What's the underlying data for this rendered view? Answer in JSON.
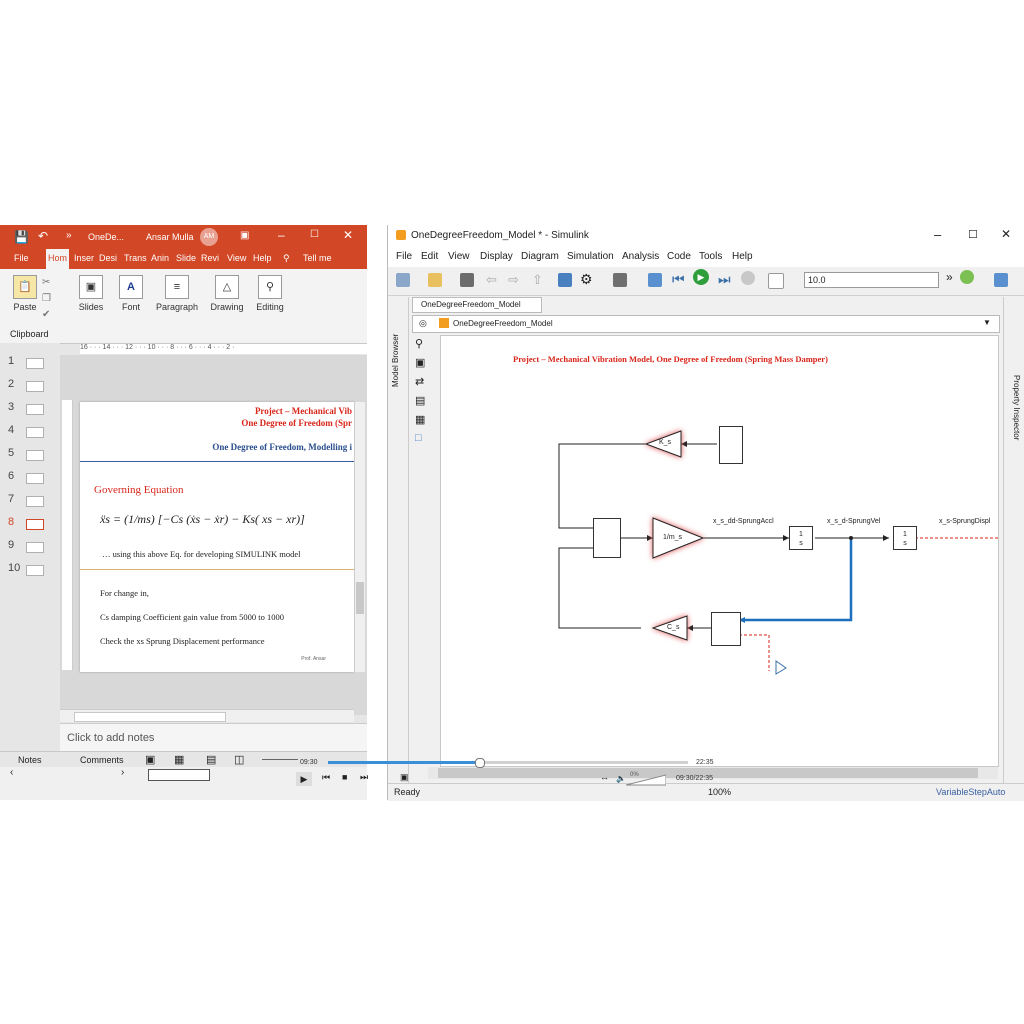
{
  "ppt": {
    "qat_title": "OneDe...",
    "user_name": "Ansar Mulla",
    "user_initials": "AM",
    "tabs": [
      "File",
      "Hom",
      "Inser",
      "Desi",
      "Trans",
      "Anin",
      "Slide",
      "Revi",
      "View",
      "Help",
      "Tell me"
    ],
    "ribbon": {
      "paste": "Paste",
      "clipboard": "Clipboard",
      "slides": "Slides",
      "font": "Font",
      "paragraph": "Paragraph",
      "drawing": "Drawing",
      "editing": "Editing"
    },
    "ruler": "16 · · · 14 · · · 12 · · · 10 · · · 8 · · · 6 · · · 4 · · · 2 ·",
    "slide_numbers": [
      "1",
      "2",
      "3",
      "4",
      "5",
      "6",
      "7",
      "8",
      "9",
      "10"
    ],
    "selected_slide": "8",
    "slide": {
      "title1": "Project – Mechanical Vib",
      "title2": "One Degree of Freedom (Spr",
      "subtitle": "One Degree of Freedom, Modelling i",
      "heading": "Governing Equation",
      "equation": "ẍs = (1/ms) [−Cs (ẋs − ẋr) − Ks( xs − xr)]",
      "eq_note": "… using this above Eq. for developing SIMULINK model",
      "line1": "For change in,",
      "line2": "Cs damping Coefficient gain value  from 5000 to 1000",
      "line3": "Check the xs Sprung Displacement performance",
      "footer": "Prof. Ansar"
    },
    "notes_placeholder": "Click to add notes",
    "status": {
      "notes": "Notes",
      "comments": "Comments"
    }
  },
  "sim": {
    "title": "OneDegreeFreedom_Model * - Simulink",
    "menu": [
      "File",
      "Edit",
      "View",
      "Display",
      "Diagram",
      "Simulation",
      "Analysis",
      "Code",
      "Tools",
      "Help"
    ],
    "stop_time": "10.0",
    "tab": "OneDegreeFreedom_Model",
    "breadcrumb": "OneDegreeFreedom_Model",
    "model_browser": "Model Browser",
    "property_inspector": "Property Inspector",
    "canvas_title": "Project – Mechanical Vibration Model, One Degree of Freedom (Spring Mass Damper)",
    "blocks": {
      "ks": "K_s",
      "ms": "1/m_s",
      "cs": "C_s",
      "int1": "1\ns",
      "int2": "1\ns"
    },
    "signals": {
      "accl": "x_s_dd-SprungAccl",
      "vel": "x_s_d-SprungVel",
      "disp": "x_s-SprungDispl"
    },
    "status": {
      "ready": "Ready",
      "zoom": "100%",
      "solver": "VariableStepAuto"
    }
  },
  "video": {
    "current_time": "09:30",
    "total_time": "22:35",
    "time_combined": "09:30/22:35",
    "progress": 0.42,
    "volume": "0%"
  },
  "colors": {
    "ppt_accent": "#d24726",
    "slide_red": "#d8261b",
    "slide_blue": "#2b4f8f",
    "signal_blue": "#1f6fbf",
    "progress_blue": "#3a8fd9"
  }
}
